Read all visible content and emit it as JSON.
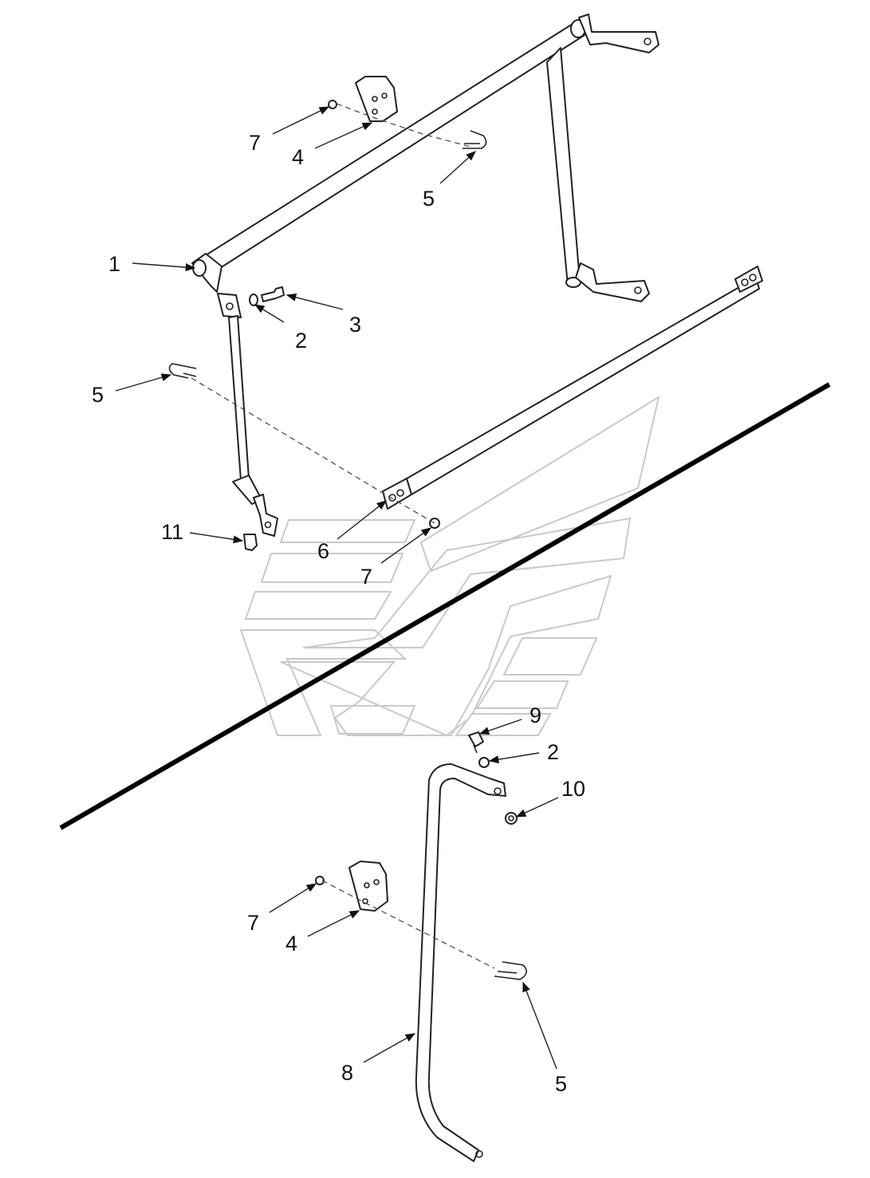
{
  "diagram": {
    "callouts": [
      {
        "id": "c1",
        "text": "1"
      },
      {
        "id": "c2a",
        "text": "2"
      },
      {
        "id": "c3",
        "text": "3"
      },
      {
        "id": "c4a",
        "text": "4"
      },
      {
        "id": "c5a",
        "text": "5"
      },
      {
        "id": "c5b",
        "text": "5"
      },
      {
        "id": "c6",
        "text": "6"
      },
      {
        "id": "c7a",
        "text": "7"
      },
      {
        "id": "c7b",
        "text": "7"
      },
      {
        "id": "c11",
        "text": "11"
      },
      {
        "id": "c9",
        "text": "9"
      },
      {
        "id": "c2b",
        "text": "2"
      },
      {
        "id": "c10",
        "text": "10"
      },
      {
        "id": "c7c",
        "text": "7"
      },
      {
        "id": "c4b",
        "text": "4"
      },
      {
        "id": "c5c",
        "text": "5"
      },
      {
        "id": "c8",
        "text": "8"
      }
    ],
    "colors": {
      "line": "#222222",
      "watermark": "#c9c9c9",
      "divider": "#000000",
      "background": "#ffffff"
    }
  }
}
